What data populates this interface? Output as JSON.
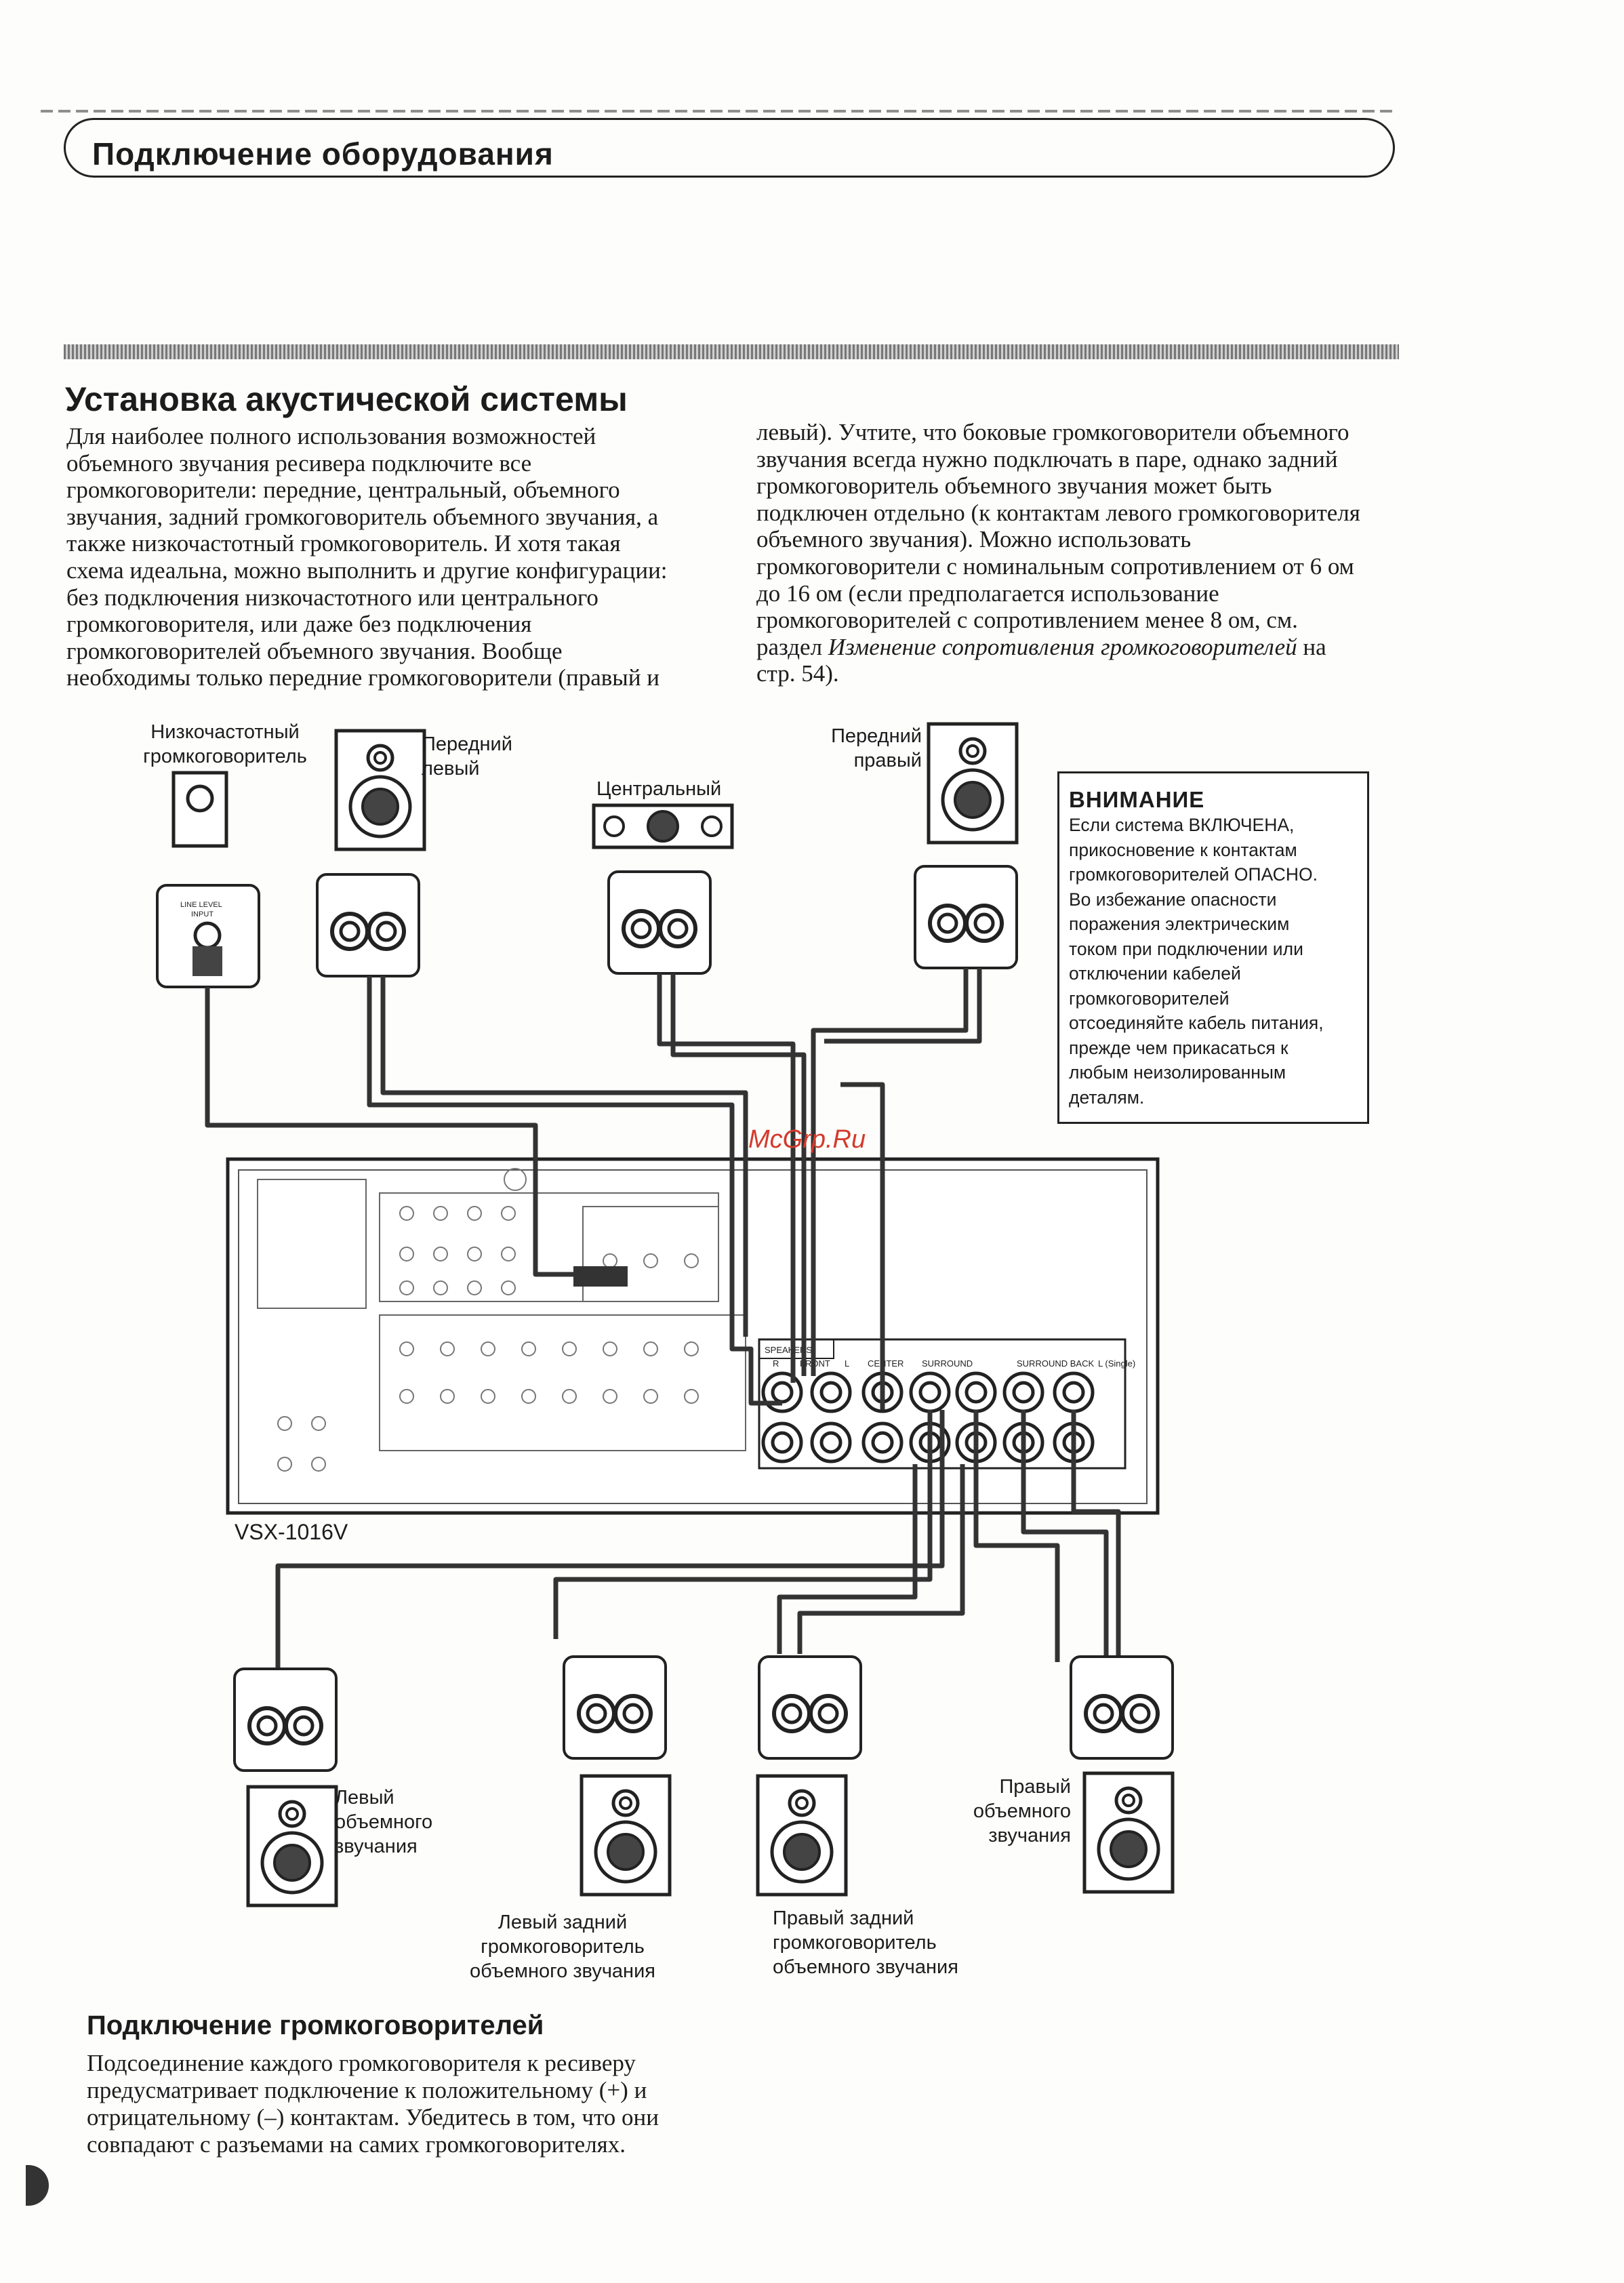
{
  "header": {
    "title": "Подключение оборудования"
  },
  "section": {
    "title": "Установка акустической системы",
    "intro_col1": "Для наиболее полного использования возможностей\nобъемного звучания ресивера подключите все\nгромкоговорители: передние, центральный, объемного\nзвучания, задний громкоговоритель объемного звучания, а\nтакже низкочастотный громкоговоритель. И хотя такая\nсхема идеальна, можно выполнить и другие конфигурации:\nбез подключения низкочастотного или центрального\nгромкоговорителя, или даже без подключения\nгромкоговорителей объемного звучания. Вообще\nнеобходимы только передние громкоговорители (правый и",
    "intro_col2_a": "левый). Учтите, что боковые громкоговорители объемного\nзвучания всегда нужно подключать в паре, однако задний\nгромкоговоритель объемного звучания может быть\nподключен отдельно (к контактам левого громкоговорителя\nобъемного звучания). Можно использовать\nгромкоговорители с номинальным сопротивлением от 6 ом\nдо 16 ом (если предполагается использование\nгромкоговорителей с сопротивлением менее 8 ом, см.\nраздел ",
    "intro_col2_ref": "Изменение сопротивления громкоговорителей",
    "intro_col2_b": " на\nстр. 54)."
  },
  "diagram": {
    "labels": {
      "subwoofer": "Низкочастотный\nгромкоговоритель",
      "front_left": "Передний\nлевый",
      "center": "Центральный",
      "front_right": "Передний\nправый",
      "surround_left": "Левый\nобъемного\nзвучания",
      "surround_right": "Правый\nобъемного\nзвучания",
      "surround_back_left": "Левый задний\nгромкоговоритель\nобъемного звучания",
      "surround_back_right": "Правый задний\nгромкоговоритель\nобъемного звучания"
    },
    "model": "VSX-1016V",
    "panel_labels": {
      "line_level": "LINE LEVEL",
      "input": "INPUT",
      "speakers": "SPEAKERS",
      "front": "FRONT",
      "center": "CENTER",
      "surround": "SURROUND",
      "surround_back": "SURROUND BACK",
      "r": "R",
      "l": "L",
      "single": "L (Single)"
    },
    "warning": {
      "title": "ВНИМАНИЕ",
      "text": "Если система ВКЛЮЧЕНА,\nприкосновение к контактам\nгромкоговорителей ОПАСНО.\nВо избежание опасности\nпоражения электрическим\nтоком при подключении или\nотключении кабелей\nгромкоговорителей\nотсоединяйте кабель питания,\nпрежде чем прикасаться к\nлюбым неизолированным\nдеталям."
    },
    "watermark": "McGrp.Ru"
  },
  "connection": {
    "title": "Подключение громкоговорителей",
    "text": "Подсоединение каждого громкоговорителя к ресиверу\nпредусматривает подключение к положительному (+) и\nотрицательному (–) контактам. Убедитесь в том, что они\nсовпадают с разъемами на самих громкоговорителях."
  },
  "colors": {
    "ink": "#1c1c1c",
    "watermark": "#d43a2c",
    "paper": "#fdfdfc"
  }
}
